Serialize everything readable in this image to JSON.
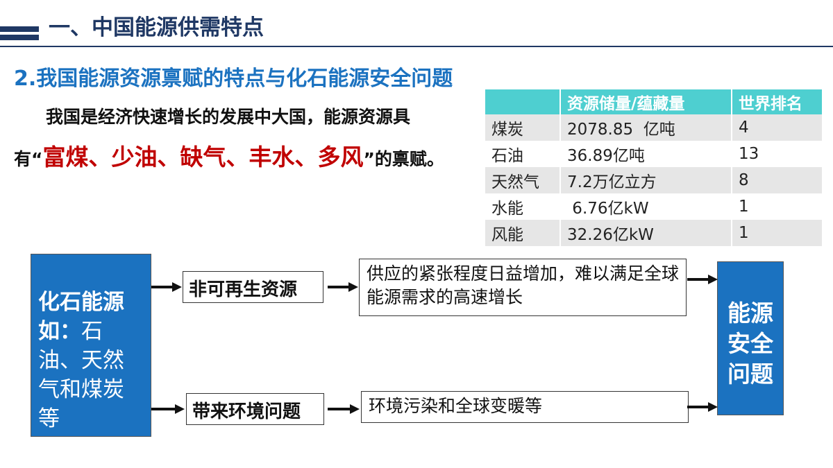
{
  "header": {
    "section_title": "一、中国能源供需特点",
    "subtitle": "2.我国能源资源禀赋的特点与化石能源安全问题"
  },
  "paragraph": {
    "part1": "我国是经济快速增长的发展中大国，能源资源具有“",
    "highlight": "富煤、少油、缺气、丰水、多风",
    "part2": "”的禀赋。"
  },
  "table": {
    "headers": [
      "",
      "资源储量/蕴藏量",
      "世界排名"
    ],
    "rows": [
      [
        "煤炭",
        "2078.85  亿吨",
        "4"
      ],
      [
        "石油",
        "36.89亿吨",
        "13"
      ],
      [
        "天然气",
        "7.2万亿立方",
        "8"
      ],
      [
        "水能",
        " 6.76亿kW",
        "1"
      ],
      [
        "风能",
        "32.26亿kW",
        "1"
      ]
    ]
  },
  "diagram": {
    "fossil_title": "化石能源",
    "fossil_prefix": "如：",
    "fossil_examples": "石油、天然气和煤炭等",
    "nonrenewable": "非可再生资源",
    "supply_desc": "供应的紧张程度日益增加，难以满足全球能源需求的高速增长",
    "env_problem": "带来环境问题",
    "env_desc": "环境污染和全球变暖等",
    "security": "能源安全问题"
  },
  "colors": {
    "navy": "#1f3864",
    "blue": "#1b72c0",
    "red": "#c00000",
    "teal": "#4ecfd0"
  }
}
